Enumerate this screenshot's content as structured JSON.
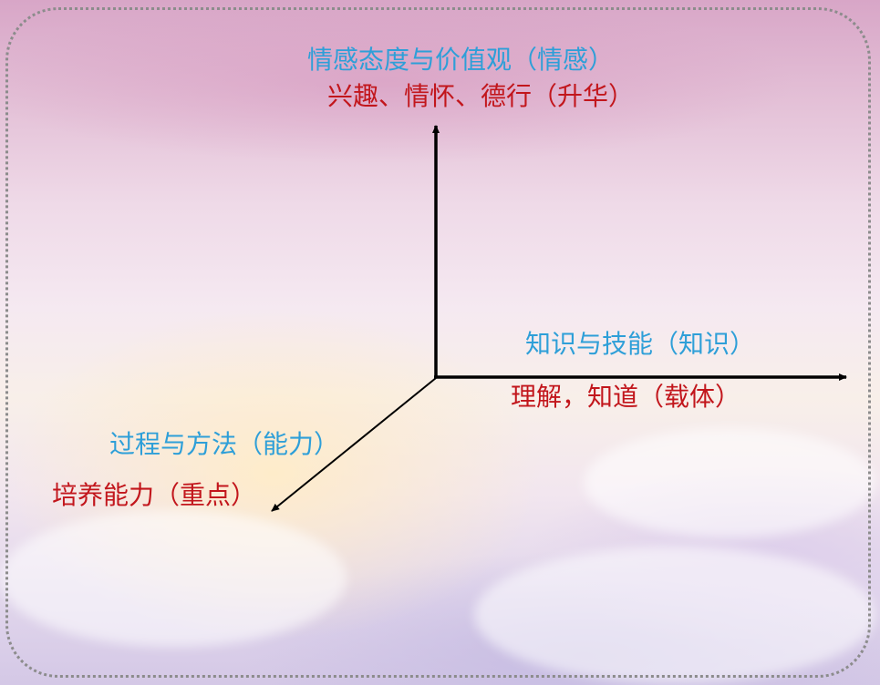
{
  "colors": {
    "blue_label": "#2e9fd8",
    "red_label": "#c2161c",
    "axis": "#000000",
    "frame_border": "#8c8c8c"
  },
  "axes": {
    "vertical": {
      "title": "情感态度与价值观（情感）",
      "subtitle": "兴趣、情怀、德行（升华）"
    },
    "horizontal": {
      "title": "知识与技能（知识）",
      "subtitle": "理解，知道（载体）"
    },
    "diagonal": {
      "title": "过程与方法（能力）",
      "subtitle": "培养能力（重点）"
    }
  }
}
